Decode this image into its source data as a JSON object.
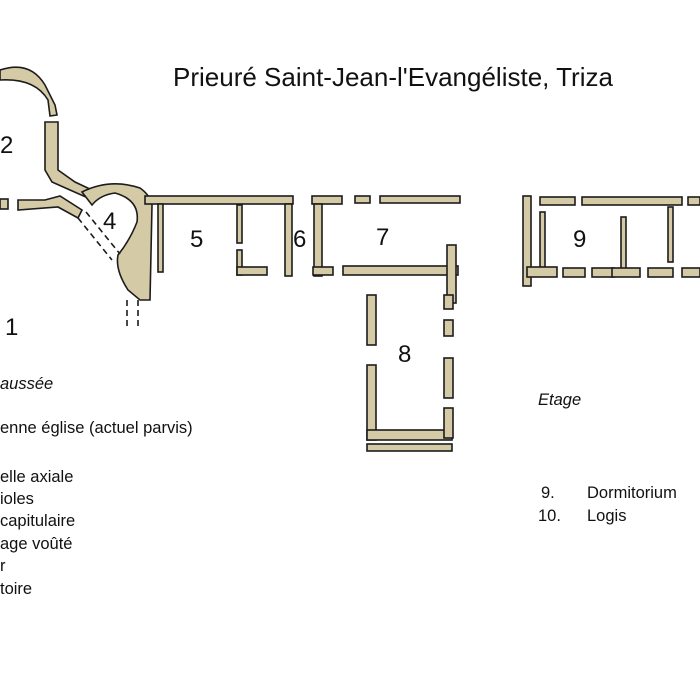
{
  "title": "Prieuré Saint-Jean-l'Evangéliste, Triza",
  "plan_labels": [
    "1",
    "2",
    "4",
    "5",
    "6",
    "7",
    "8",
    "9"
  ],
  "ground_floor": {
    "heading": "aussée",
    "items": [
      "enne église (actuel parvis)",
      "elle axiale",
      "ioles",
      "capitulaire",
      "age voûté",
      "r",
      "toire"
    ]
  },
  "upper_floor": {
    "heading": "Etage",
    "items": [
      {
        "num": "9.",
        "label": "Dormitorium"
      },
      {
        "num": "10.",
        "label": "Logis"
      }
    ]
  },
  "colors": {
    "wall": "#d5caa6",
    "outline": "#1c1c1c"
  }
}
